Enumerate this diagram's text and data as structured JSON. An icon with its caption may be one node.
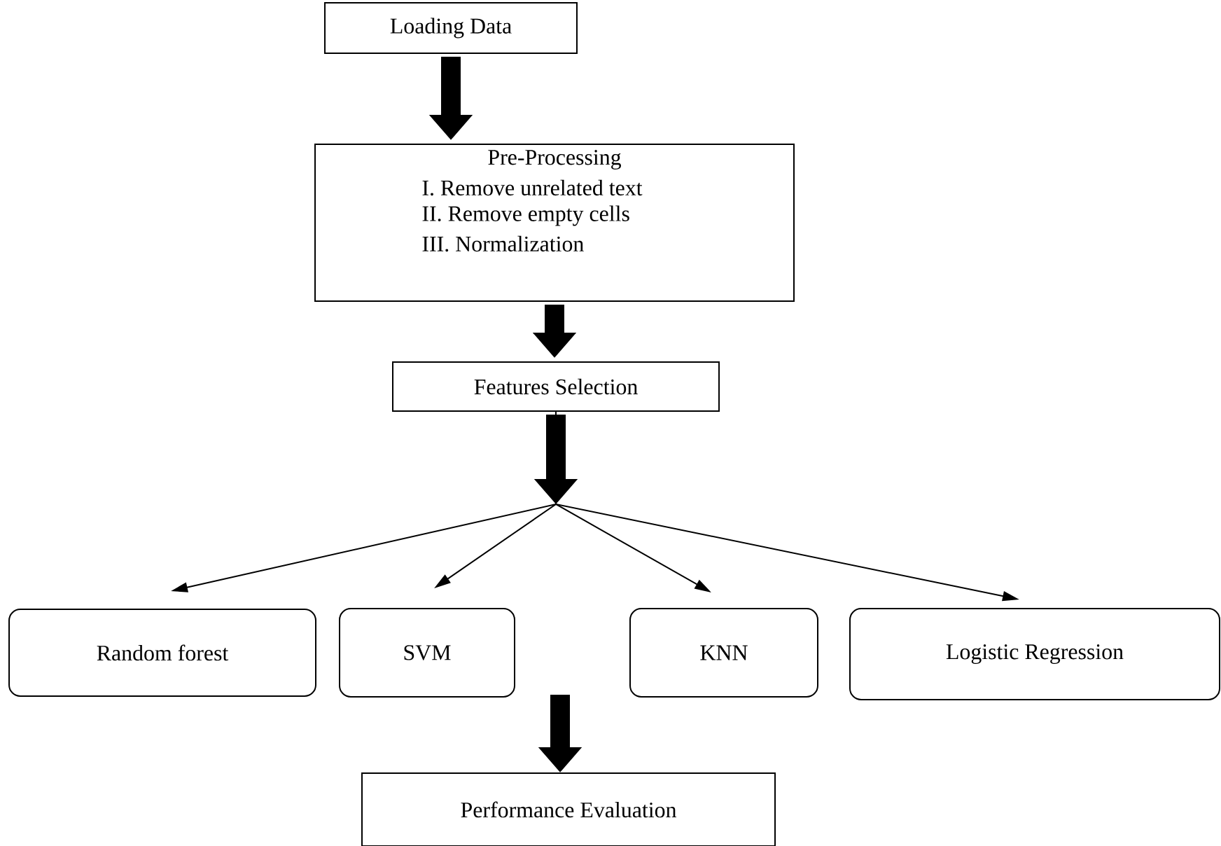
{
  "diagram": {
    "nodes": [
      {
        "text": [
          "Loading Data"
        ]
      },
      {
        "text": [
          "Pre-Processing",
          "I. Remove unrelated text",
          "II. Remove empty cells",
          "III. Normalization"
        ]
      },
      {
        "text": [
          "Features Selection"
        ]
      },
      {
        "text": [
          "Random forest"
        ]
      },
      {
        "text": [
          "SVM"
        ]
      },
      {
        "text": [
          "KNN"
        ]
      },
      {
        "text": [
          "Logistic Regression"
        ]
      },
      {
        "text": [
          "Performance Evaluation"
        ]
      }
    ],
    "edges": [
      {
        "from": 0,
        "to": 1,
        "arrow": "to",
        "style": "thick"
      },
      {
        "from": 1,
        "to": 2,
        "arrow": "to",
        "style": "thick"
      },
      {
        "from": 2,
        "to": 3,
        "arrow": "to"
      },
      {
        "from": 2,
        "to": 4,
        "arrow": "to"
      },
      {
        "from": 2,
        "to": 5,
        "arrow": "to"
      },
      {
        "from": 2,
        "to": 6,
        "arrow": "to"
      },
      {
        "from": null,
        "to": 7,
        "arrow": "to",
        "style": "thick"
      }
    ]
  }
}
